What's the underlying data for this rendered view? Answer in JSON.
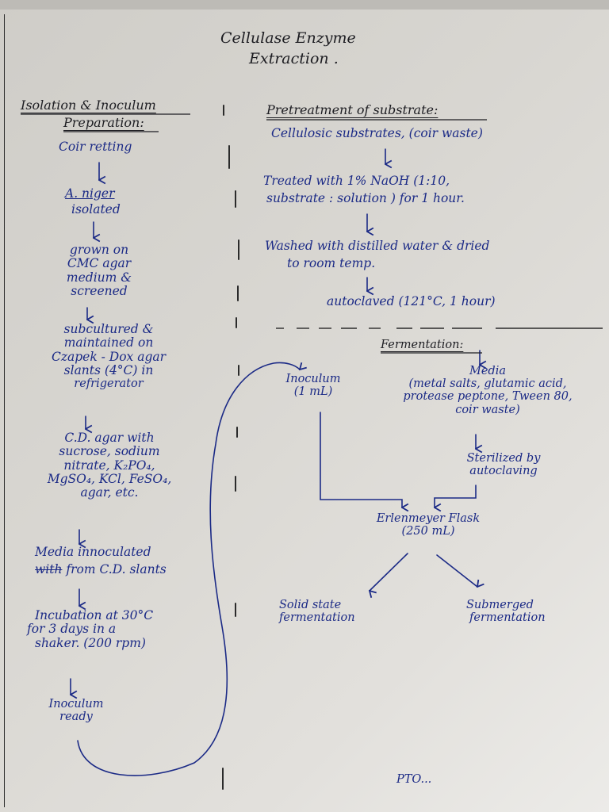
{
  "title": {
    "line1": "Cellulase Enzyme",
    "line2": "Extraction ."
  },
  "left_column": {
    "heading_line1": "Isolation & Inoculum",
    "heading_line2": "Preparation:",
    "steps": [
      {
        "lines": [
          "Coir retting"
        ]
      },
      {
        "lines": [
          "A. niger",
          "isolated"
        ]
      },
      {
        "lines": [
          "grown on",
          "CMC agar",
          "medium &",
          "screened"
        ]
      },
      {
        "lines": [
          "subcultured &",
          "maintained on",
          "Czapek - Dox agar",
          "slants (4°C) in",
          "refrigerator"
        ]
      },
      {
        "lines": [
          "C.D. agar  with",
          "sucrose, sodium",
          "nitrate, K₂PO₄,",
          "MgSO₄, KCl, FeSO₄,",
          "agar,  etc."
        ]
      },
      {
        "lines": [
          "Media  innoculated",
          "from C.D. slants"
        ],
        "struck_word": "with"
      },
      {
        "lines": [
          "Incubation at 30°C",
          "for  3 days  in a",
          "shaker. (200 rpm)"
        ]
      },
      {
        "lines": [
          "Inoculum",
          "ready"
        ]
      }
    ]
  },
  "right_column": {
    "pretreatment": {
      "heading": "Pretreatment of substrate:",
      "steps": [
        {
          "lines": [
            "Cellulosic substrates, (coir waste)"
          ]
        },
        {
          "lines": [
            "Treated  with   1%  NaOH (1:10,",
            "substrate : solution ) for 1 hour."
          ]
        },
        {
          "lines": [
            "Washed with distilled water & dried",
            "to room temp."
          ],
          "struck_word": "to"
        },
        {
          "lines": [
            "autoclaved (121°C, 1 hour)"
          ]
        }
      ]
    },
    "fermentation": {
      "heading": "Fermentation:",
      "inoculum": {
        "lines": [
          "Inoculum",
          "(1 mL)"
        ]
      },
      "media": {
        "lines": [
          "Media",
          "(metal salts, glutamic acid,",
          "protease peptone, Tween 80,",
          "coir waste)"
        ]
      },
      "sterilized": {
        "lines": [
          "Sterilized by",
          "autoclaving"
        ]
      },
      "flask": {
        "lines": [
          "Erlenmeyer Flask",
          "(250 mL)"
        ]
      },
      "outcomes": [
        {
          "lines": [
            "Solid state",
            "fermentation"
          ]
        },
        {
          "lines": [
            "Submerged",
            "fermentation"
          ]
        }
      ]
    }
  },
  "footer": {
    "text": "PTO..."
  },
  "colors": {
    "ink_blue": "#1b2a86",
    "ink_black": "#1d1d22",
    "paper": "#dcdad5"
  }
}
